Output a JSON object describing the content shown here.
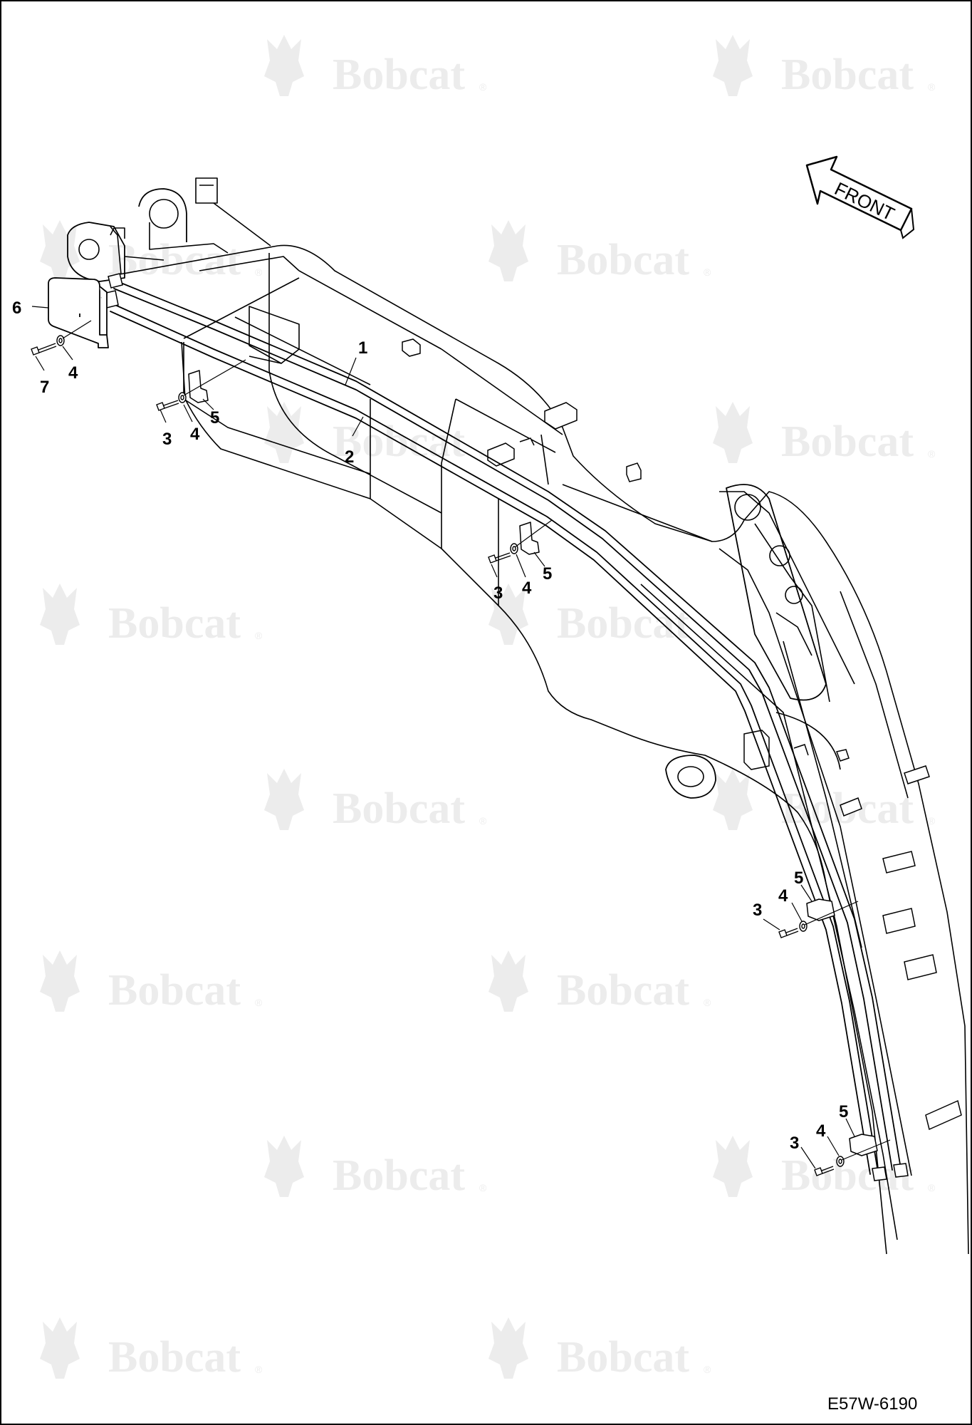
{
  "diagram": {
    "drawing_code": "E57W-6190",
    "direction_label": "FRONT",
    "watermark": {
      "text": "Bobcat",
      "mark": "®"
    },
    "callouts": [
      "1",
      "2",
      "3",
      "4",
      "5",
      "6",
      "7"
    ]
  }
}
